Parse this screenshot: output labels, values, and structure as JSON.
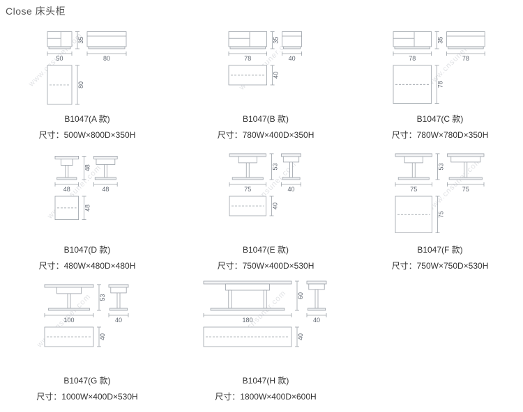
{
  "page_title": "Close 床头柜",
  "watermark": "www.cnsuner.com",
  "drawing_colors": {
    "line": "#9ba1a8",
    "dim_text": "#5f6670",
    "dashed": "#9ba1a8"
  },
  "products": [
    {
      "model": "B1047(A 款)",
      "size": "尺寸：500W×800D×350H",
      "style": "cabinet",
      "front_w": 50,
      "front_h": 35,
      "side_w": 80,
      "plan_d": 80
    },
    {
      "model": "B1047(B 款)",
      "size": "尺寸：780W×400D×350H",
      "style": "cabinet",
      "front_w": 78,
      "front_h": 35,
      "side_w": 40,
      "plan_d": 40
    },
    {
      "model": "B1047(C 款)",
      "size": "尺寸：780W×780D×350H",
      "style": "cabinet",
      "front_w": 78,
      "front_h": 35,
      "side_w": 78,
      "plan_d": 78
    },
    {
      "model": "B1047(D 款)",
      "size": "尺寸：480W×480D×480H",
      "style": "pedestal",
      "front_w": 48,
      "front_h": 48,
      "side_w": 48,
      "plan_d": 48
    },
    {
      "model": "B1047(E 款)",
      "size": "尺寸：750W×400D×530H",
      "style": "pedestal",
      "front_w": 75,
      "front_h": 53,
      "side_w": 40,
      "plan_d": 40
    },
    {
      "model": "B1047(F 款)",
      "size": "尺寸：750W×750D×530H",
      "style": "pedestal",
      "front_w": 75,
      "front_h": 53,
      "side_w": 75,
      "plan_d": 75
    },
    {
      "model": "B1047(G 款)",
      "size": "尺寸：1000W×400D×530H",
      "style": "pedestal",
      "front_w": 100,
      "front_h": 53,
      "side_w": 40,
      "plan_d": 40
    },
    {
      "model": "B1047(H 款)",
      "size": "尺寸：1800W×400D×600H",
      "style": "pedestal",
      "front_w": 180,
      "front_h": 60,
      "side_w": 40,
      "plan_d": 40
    }
  ]
}
